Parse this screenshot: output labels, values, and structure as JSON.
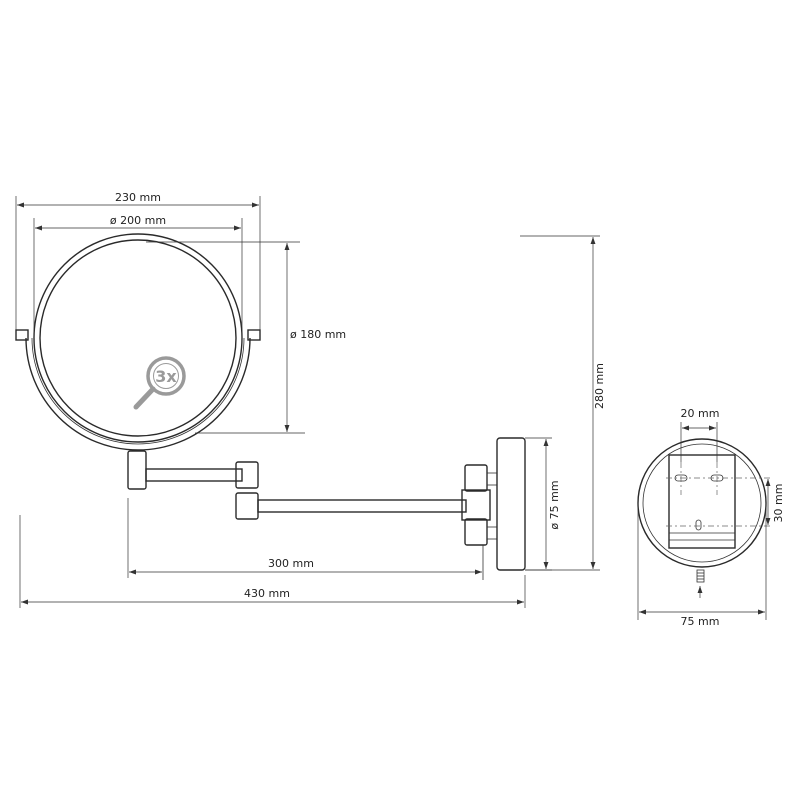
{
  "dimensions": {
    "mirror_width": "230 mm",
    "mirror_diameter": "ø 200 mm",
    "mirror_height": "ø 180 mm",
    "total_height": "280 mm",
    "base_diameter": "ø 75 mm",
    "arm_length": "300 mm",
    "total_depth": "430 mm",
    "screw_spacing": "20 mm",
    "screw_offset": "30 mm",
    "base_width": "75 mm"
  },
  "magnification": {
    "label": "3x",
    "icon": "magnifier-icon"
  },
  "colors": {
    "line": "#2a2a2a",
    "icon_gray": "#9a9a9a"
  }
}
